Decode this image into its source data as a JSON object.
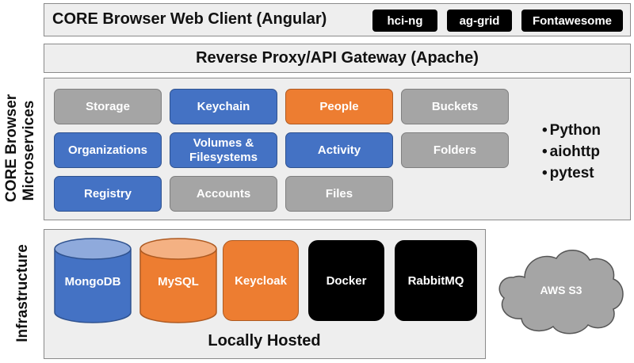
{
  "header": {
    "title": "CORE Browser Web Client (Angular)",
    "tags": [
      "hci-ng",
      "ag-grid",
      "Fontawesome"
    ]
  },
  "gateway": {
    "title": "Reverse Proxy/API Gateway (Apache)"
  },
  "microservices": {
    "side_label_line1": "CORE Browser",
    "side_label_line2": "Microservices",
    "services": [
      {
        "label": "Storage",
        "color": "gray"
      },
      {
        "label": "Keychain",
        "color": "blue"
      },
      {
        "label": "People",
        "color": "orange"
      },
      {
        "label": "Buckets",
        "color": "gray"
      },
      {
        "label": "Organizations",
        "color": "blue"
      },
      {
        "label": "Volumes &",
        "label2": "Filesystems",
        "color": "blue"
      },
      {
        "label": "Activity",
        "color": "blue"
      },
      {
        "label": "Folders",
        "color": "gray"
      },
      {
        "label": "Registry",
        "color": "blue"
      },
      {
        "label": "Accounts",
        "color": "gray"
      },
      {
        "label": "Files",
        "color": "gray"
      }
    ],
    "tech": [
      "Python",
      "aiohttp",
      "pytest"
    ]
  },
  "infrastructure": {
    "side_label": "Infrastructure",
    "items": [
      "MongoDB",
      "MySQL",
      "Keycloak",
      "Docker",
      "RabbitMQ"
    ],
    "footer": "Locally Hosted",
    "cloud": "AWS S3"
  },
  "colors": {
    "blue": "#4472c4",
    "orange": "#ed7d31",
    "gray": "#a5a5a5",
    "black": "#000000"
  }
}
